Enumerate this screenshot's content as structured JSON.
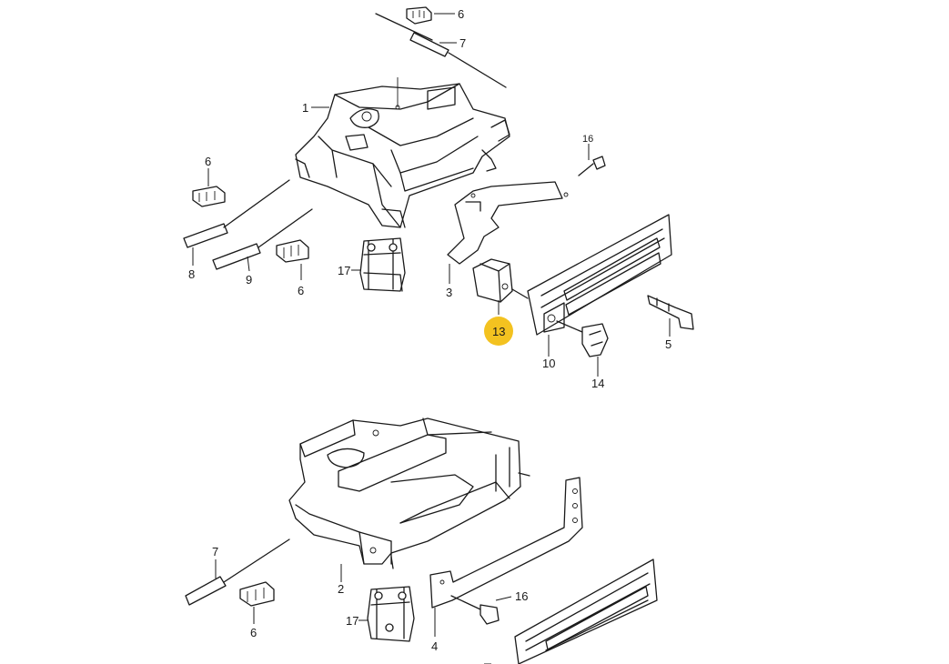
{
  "labels": {
    "top_1": "1",
    "top_6a": "6",
    "top_7": "7",
    "top_6b": "6",
    "top_8": "8",
    "top_9": "9",
    "top_6c": "6",
    "top_17": "17",
    "top_3": "3",
    "top_16": "16",
    "top_13": "13",
    "top_10": "10",
    "top_14": "14",
    "top_5": "5",
    "bot_7": "7",
    "bot_2": "2",
    "bot_6": "6",
    "bot_17": "17",
    "bot_4": "4",
    "bot_16": "16"
  },
  "highlight": {
    "label": "13",
    "color": "#f3c220"
  }
}
